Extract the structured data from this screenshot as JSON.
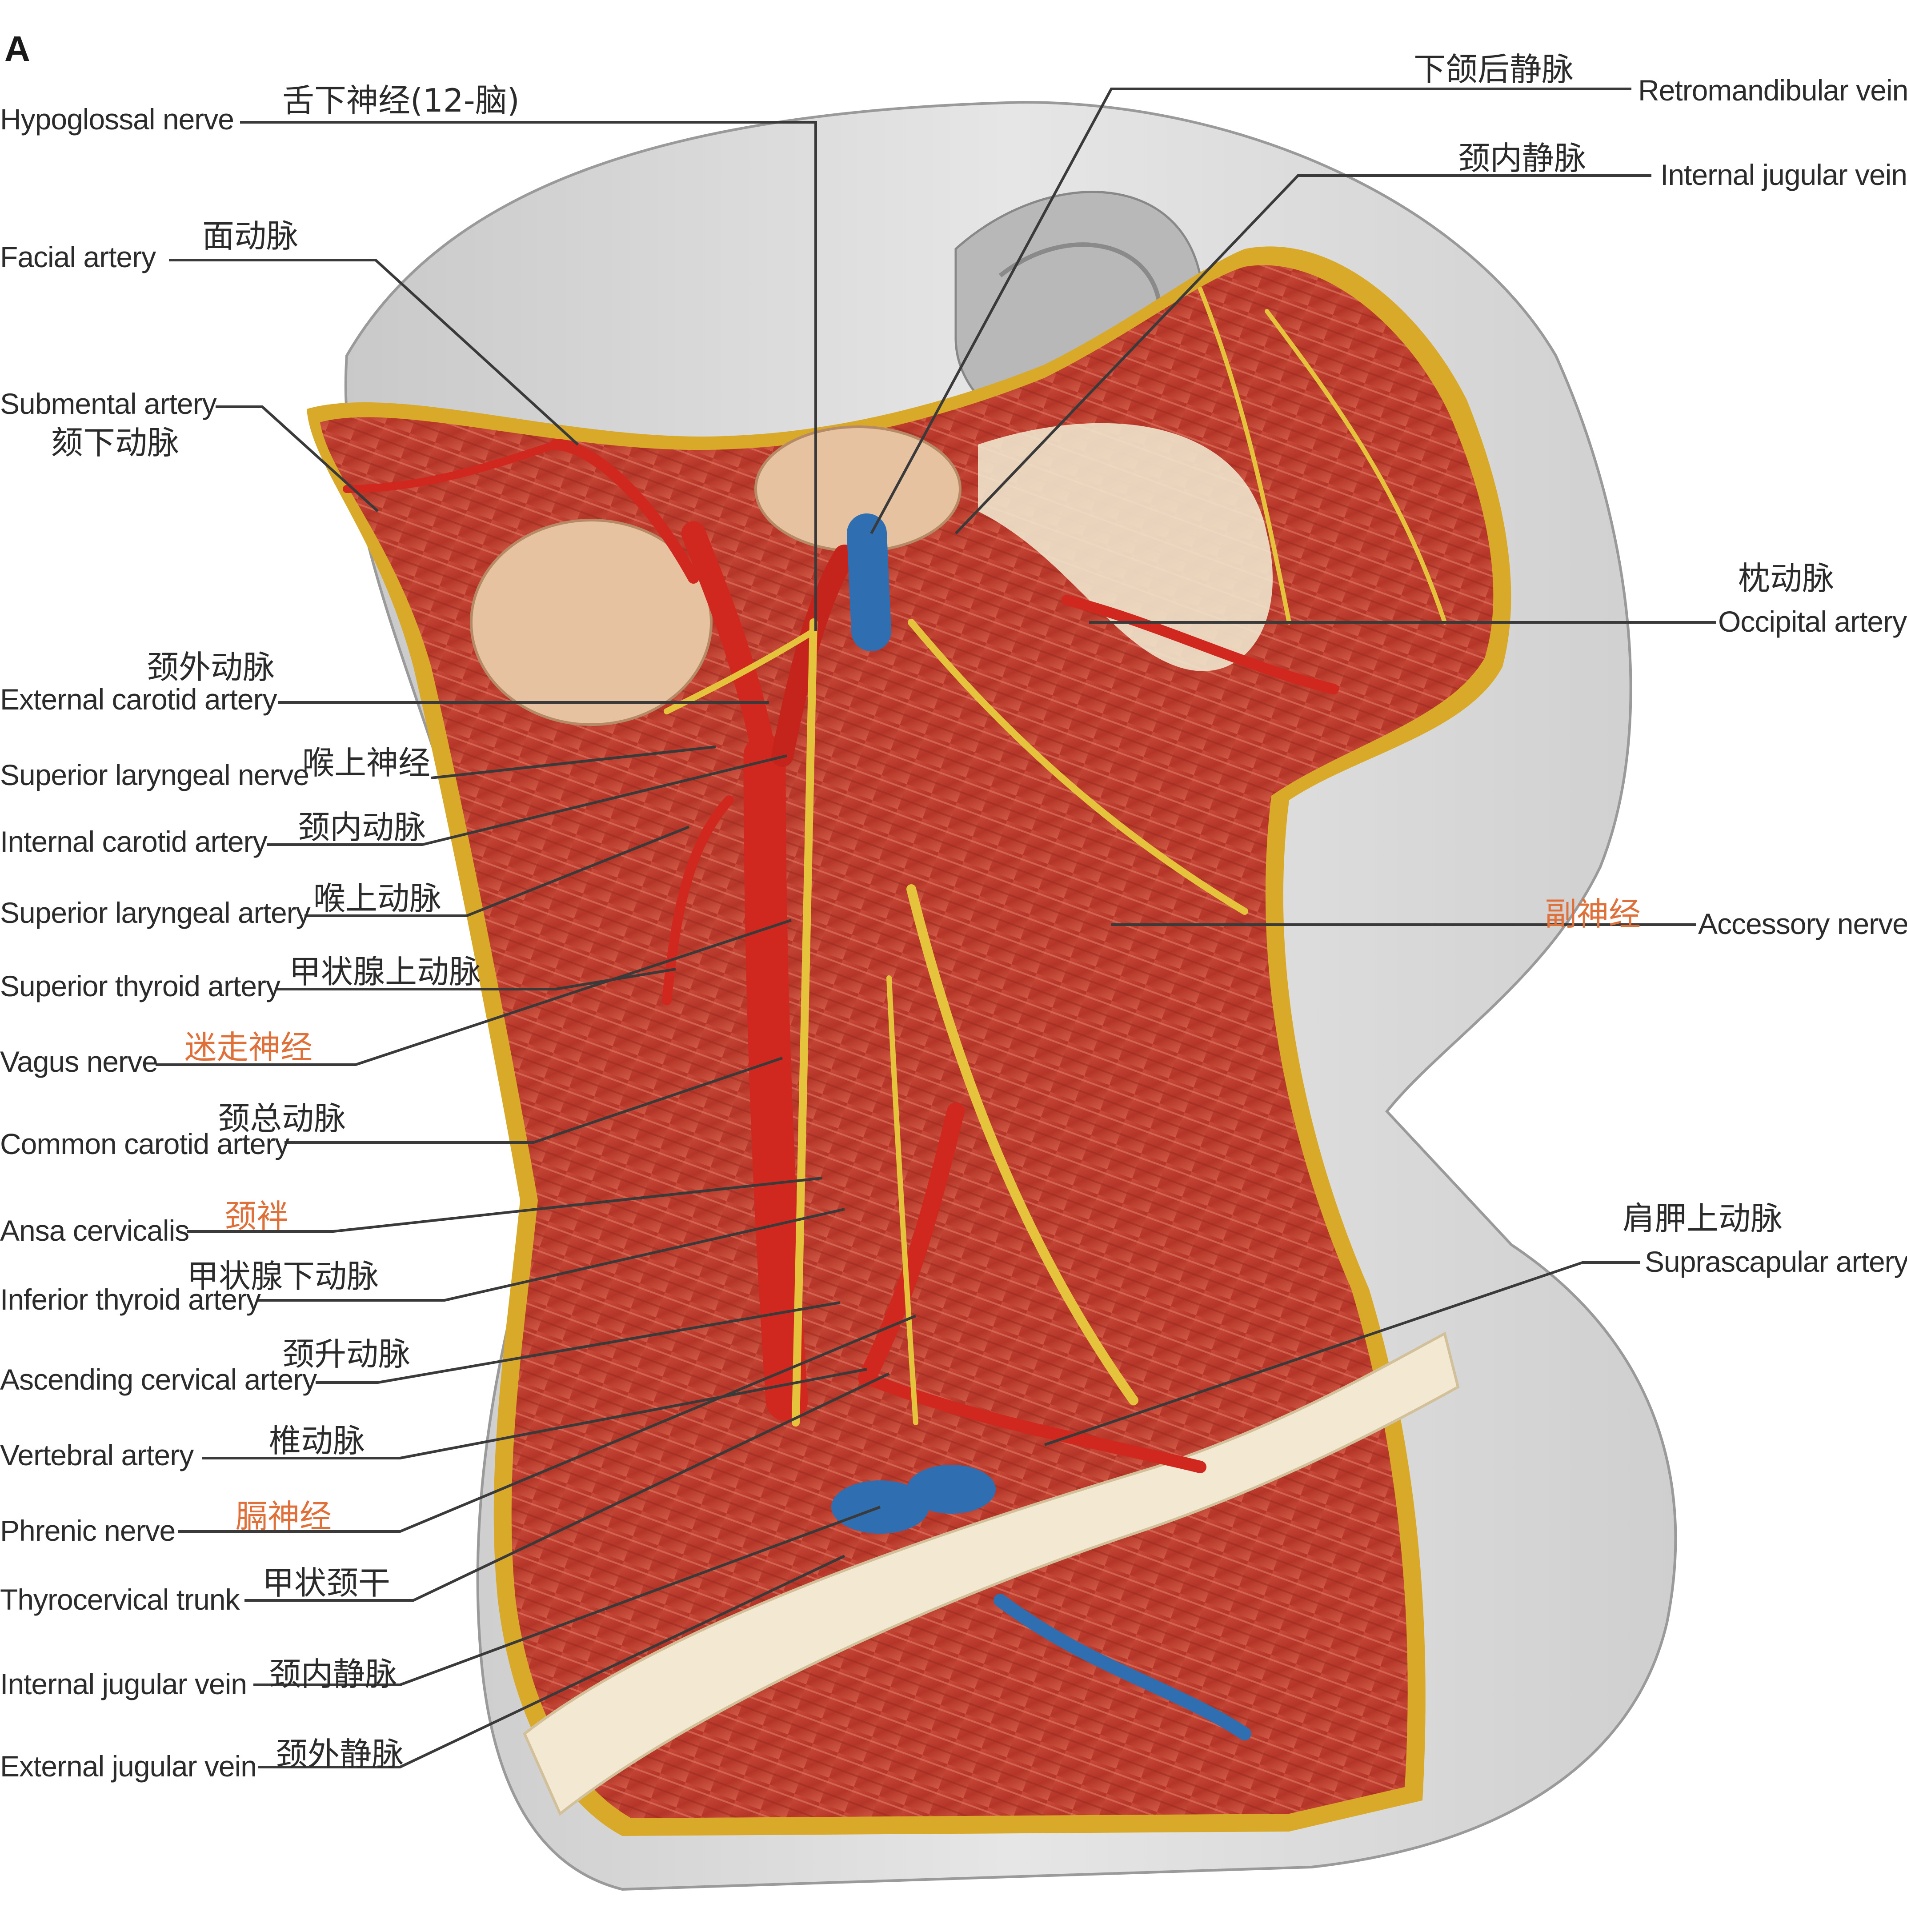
{
  "panel": "A",
  "colors": {
    "muscle": "#b83a2b",
    "artery": "#d0281f",
    "vein": "#2f6fb1",
    "nerve": "#e6c33d",
    "skin": "#d3d3d3",
    "border": "#d9a92a",
    "label_zh_highlight": "#e0703a"
  },
  "left_labels": [
    {
      "en": "Hypoglossal nerve",
      "zh": "舌下神经(12-脑)"
    },
    {
      "en": "Facial artery",
      "zh": "面动脉"
    },
    {
      "en": "Submental artery",
      "zh": "颏下动脉"
    },
    {
      "en": "External carotid artery",
      "zh": "颈外动脉"
    },
    {
      "en": "Superior laryngeal nerve",
      "zh": "喉上神经"
    },
    {
      "en": "Internal carotid artery",
      "zh": "颈内动脉"
    },
    {
      "en": "Superior laryngeal artery",
      "zh": "喉上动脉"
    },
    {
      "en": "Superior thyroid artery",
      "zh": "甲状腺上动脉"
    },
    {
      "en": "Vagus nerve",
      "zh": "迷走神经"
    },
    {
      "en": "Common carotid artery",
      "zh": "颈总动脉"
    },
    {
      "en": "Ansa cervicalis",
      "zh": "颈袢"
    },
    {
      "en": "Inferior thyroid artery",
      "zh": "甲状腺下动脉"
    },
    {
      "en": "Ascending cervical artery",
      "zh": "颈升动脉"
    },
    {
      "en": "Vertebral artery",
      "zh": "椎动脉"
    },
    {
      "en": "Phrenic nerve",
      "zh": "膈神经"
    },
    {
      "en": "Thyrocervical trunk",
      "zh": "甲状颈干"
    },
    {
      "en": "Internal jugular vein",
      "zh": "颈内静脉"
    },
    {
      "en": "External jugular vein",
      "zh": "颈外静脉"
    }
  ],
  "right_labels": [
    {
      "en": "Retromandibular vein",
      "zh": "下颌后静脉"
    },
    {
      "en": "Internal jugular vein",
      "zh": "颈内静脉"
    },
    {
      "en": "Occipital artery",
      "zh": "枕动脉"
    },
    {
      "en": "Accessory nerve",
      "zh": "副神经"
    },
    {
      "en": "Suprascapular artery",
      "zh": "肩胛上动脉"
    }
  ]
}
